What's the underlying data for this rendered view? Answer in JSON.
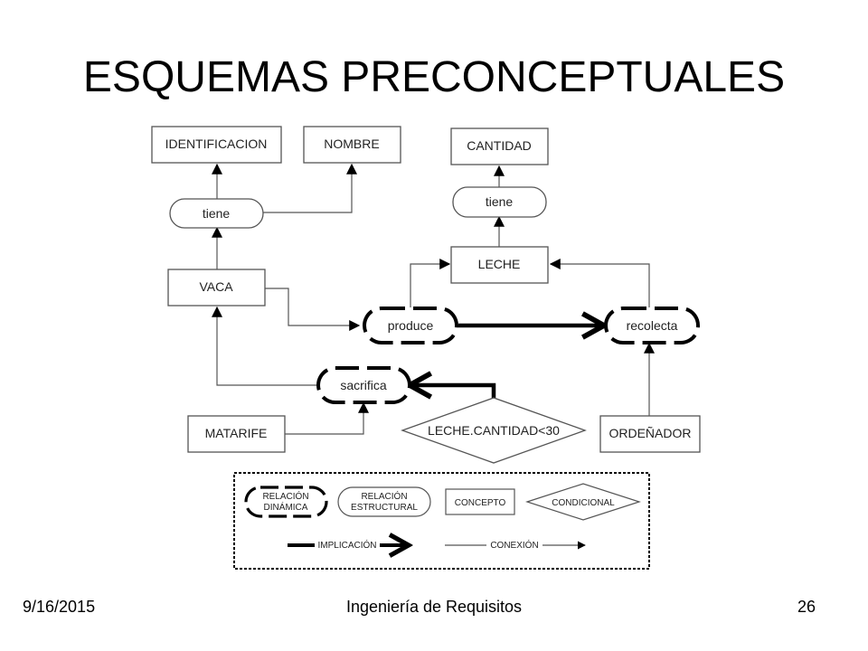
{
  "slide": {
    "title": "ESQUEMAS PRECONCEPTUALES",
    "footer_date": "9/16/2015",
    "footer_center": "Ingeniería de Requisitos",
    "page_number": "26"
  },
  "diagram": {
    "concepts": {
      "identificacion": "IDENTIFICACION",
      "nombre": "NOMBRE",
      "cantidad": "CANTIDAD",
      "leche": "LECHE",
      "vaca": "VACA",
      "matarife": "MATARIFE",
      "ordenador": "ORDEÑADOR"
    },
    "structural_relations": {
      "tiene_left": "tiene",
      "tiene_right": "tiene"
    },
    "dynamic_relations": {
      "produce": "produce",
      "recolecta": "recolecta",
      "sacrifica": "sacrifica"
    },
    "conditional": "LECHE.CANTIDAD<30"
  },
  "legend": {
    "dynamic_relation_line1": "RELACIÓN",
    "dynamic_relation_line2": "DINÁMICA",
    "structural_relation_line1": "RELACIÓN",
    "structural_relation_line2": "ESTRUCTURAL",
    "concept": "CONCEPTO",
    "conditional": "CONDICIONAL",
    "implication": "IMPLICACIÓN",
    "connection": "CONEXIÓN"
  }
}
